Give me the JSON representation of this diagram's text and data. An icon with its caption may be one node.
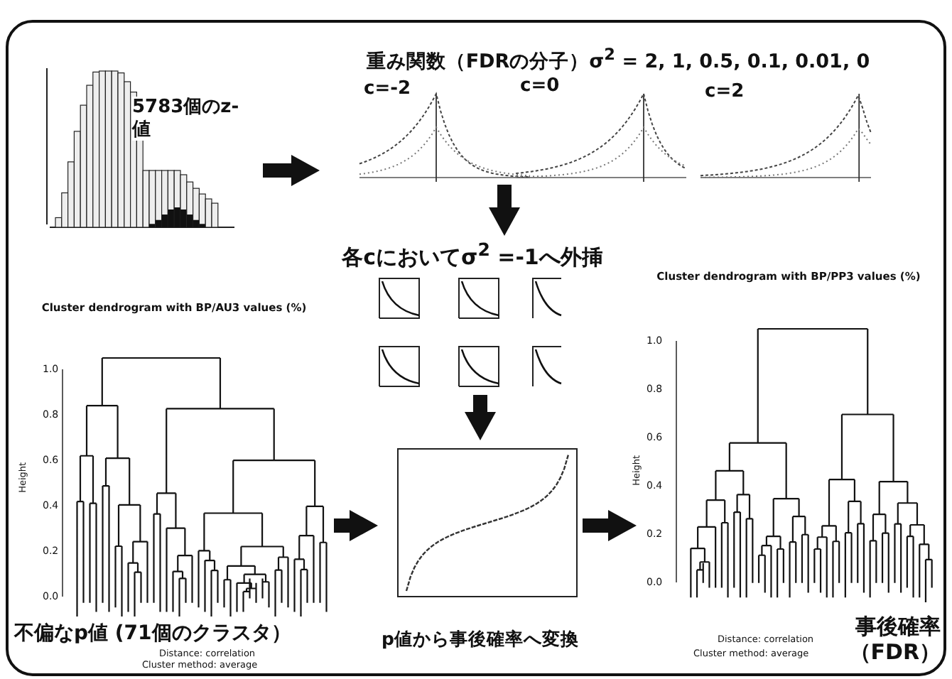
{
  "diagram": {
    "nodes": [
      {
        "text": [
          "5783個のz-値"
        ]
      },
      {
        "text": [
          "重み関数（FDRの分子）σ$^{2}$ = 2, 1, 0.5, 0.1, 0.01, 0"
        ]
      },
      {
        "text": [
          "各cにおいてσ$^{2}$ =-1へ外挿"
        ]
      },
      {
        "text": [
          "Cluster dendrogram with BP/AU3 values (%)",
          "1.0",
          "0.8",
          "0.6",
          "0.4",
          "0.2",
          "0.0",
          "Height",
          "不偏なp値 (71個のクラスタ）",
          "Distance: correlation",
          "Cluster method: average"
        ]
      },
      {
        "text": [
          "p値から事後確率へ変換"
        ]
      },
      {
        "text": [
          "Cluster dendrogram with BP/PP3 values (%)",
          "1.0",
          "0.8",
          "0.6",
          "0.4",
          "0.2",
          "0.0",
          "Height",
          "Distance: correlation",
          "Cluster method: average",
          "事後確率（FDR）"
        ]
      }
    ],
    "edges": [
      {
        "from": 0,
        "to": 1,
        "arrow": "to"
      },
      {
        "from": 1,
        "to": 2,
        "arrow": "to"
      },
      {
        "from": 2,
        "to": 4,
        "arrow": "to"
      },
      {
        "from": 3,
        "to": 4,
        "arrow": "to"
      },
      {
        "from": 4,
        "to": 5,
        "arrow": "to"
      }
    ],
    "labels": [
      "c=-2",
      "c=0",
      "c=2"
    ]
  }
}
